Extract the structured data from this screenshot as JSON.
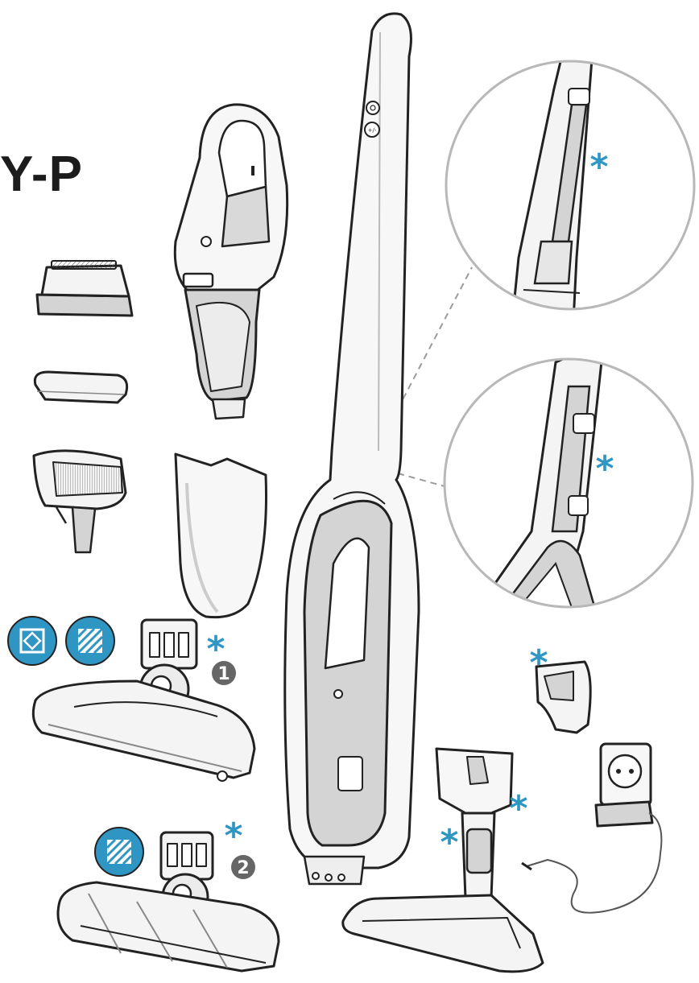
{
  "title": {
    "model_suffix": "Y-P"
  },
  "symbols": {
    "accessory_mark": "*"
  },
  "floor_icons": {
    "primary": "#2f96c4",
    "rug": "rug-icon",
    "hard_floor": "hard-floor-icon"
  },
  "nozzles": [
    {
      "badge": "1"
    },
    {
      "badge": "2"
    }
  ],
  "handle_buttons": {
    "power": "power-icon",
    "speed": "+/-"
  },
  "colors": {
    "outline": "#222222",
    "shade": "#d4d4d4",
    "light_shade": "#eeeeee",
    "accent": "#2f96c4",
    "badge": "#666666"
  }
}
